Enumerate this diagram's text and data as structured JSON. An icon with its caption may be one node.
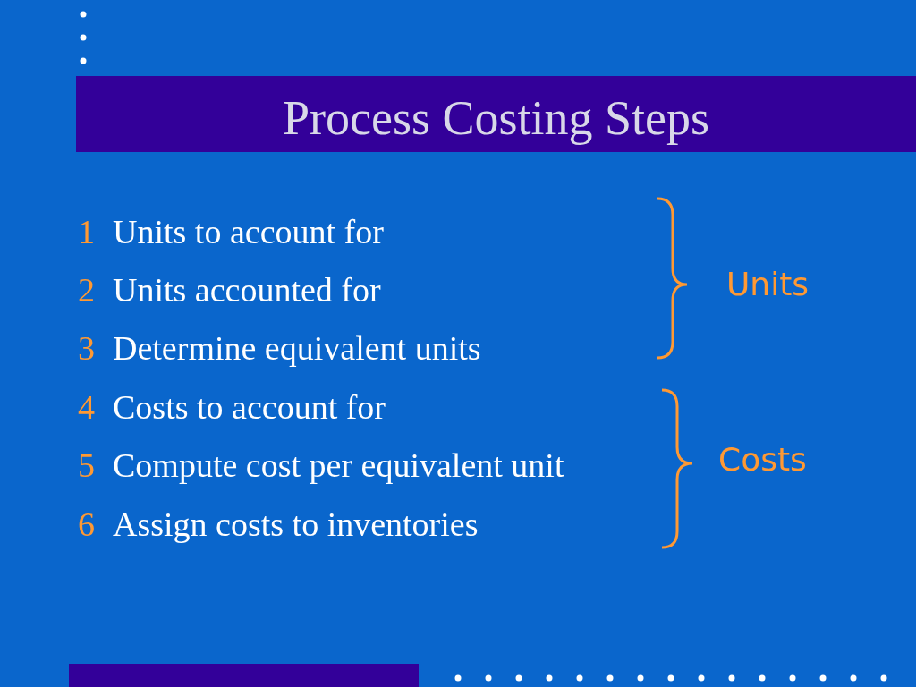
{
  "diagram": {
    "title": "Process Costing Steps",
    "labels": [
      "1",
      "Units to account for",
      "2",
      "Units accounted for",
      "Units",
      "3",
      "Determine equivalent units",
      "4",
      "Costs to account for",
      "5",
      "Compute cost per equivalent unit",
      "Costs",
      "6",
      "Assign costs to inventories"
    ]
  }
}
